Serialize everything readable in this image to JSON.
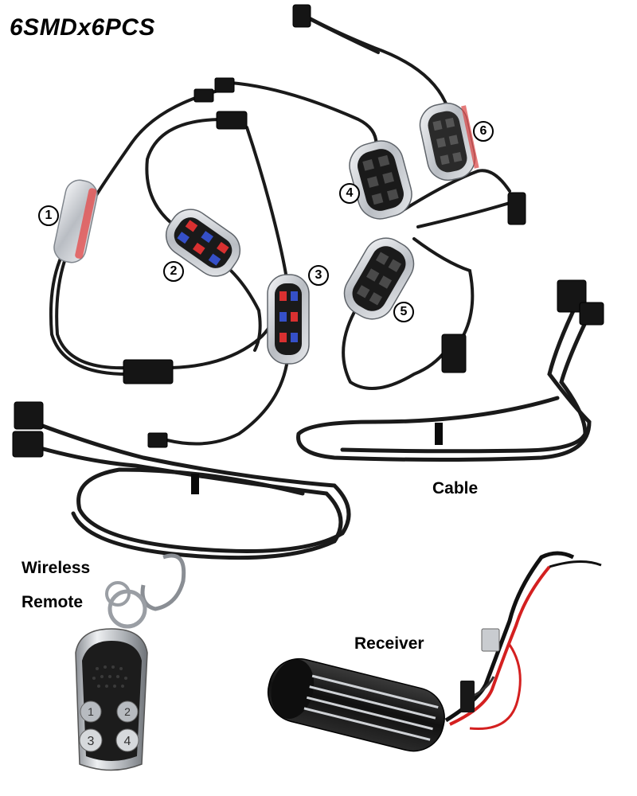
{
  "title": "6SMDx6PCS",
  "labels": {
    "cable": "Cable",
    "wireless": "Wireless",
    "remote": "Remote",
    "receiver": "Receiver"
  },
  "pod_numbers": [
    "1",
    "2",
    "3",
    "4",
    "5",
    "6"
  ],
  "remote_buttons": [
    "1",
    "2",
    "3",
    "4"
  ],
  "colors": {
    "wire": "#1a1a1a",
    "red_wire": "#d42020",
    "pod_chrome": "#c9ccd0",
    "led_red": "#d93030",
    "led_blue": "#3550c8"
  }
}
